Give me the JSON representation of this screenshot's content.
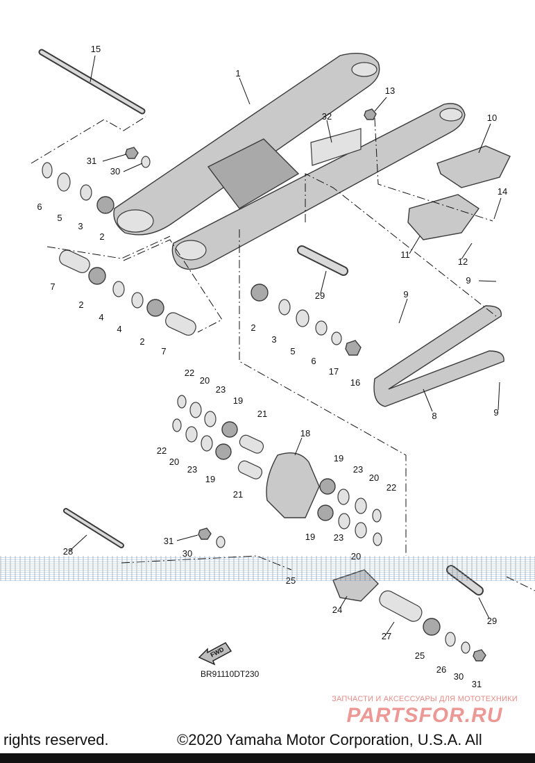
{
  "diagram": {
    "code": "BR91110DT230",
    "fwd_label": "FWD",
    "callouts": [
      "15",
      "1",
      "13",
      "32",
      "10",
      "31",
      "30",
      "6",
      "5",
      "3",
      "2",
      "14",
      "7",
      "2",
      "4",
      "4",
      "2",
      "7",
      "11",
      "12",
      "29",
      "9",
      "9",
      "2",
      "3",
      "5",
      "6",
      "17",
      "16",
      "8",
      "9",
      "22",
      "20",
      "23",
      "19",
      "21",
      "18",
      "22",
      "20",
      "23",
      "19",
      "21",
      "19",
      "23",
      "20",
      "22",
      "19",
      "23",
      "20",
      "28",
      "31",
      "30",
      "25",
      "24",
      "27",
      "29",
      "25",
      "26",
      "30",
      "31"
    ]
  },
  "watermark": {
    "tagline": "ЗАПЧАСТИ И АКСЕССУАРЫ ДЛЯ МОТОТЕХНИКИ",
    "logo": "PARTSFOR.RU"
  },
  "footer": {
    "left_text": "l rights reserved.",
    "right_text": "©2020 Yamaha Motor Corporation, U.S.A. All"
  }
}
